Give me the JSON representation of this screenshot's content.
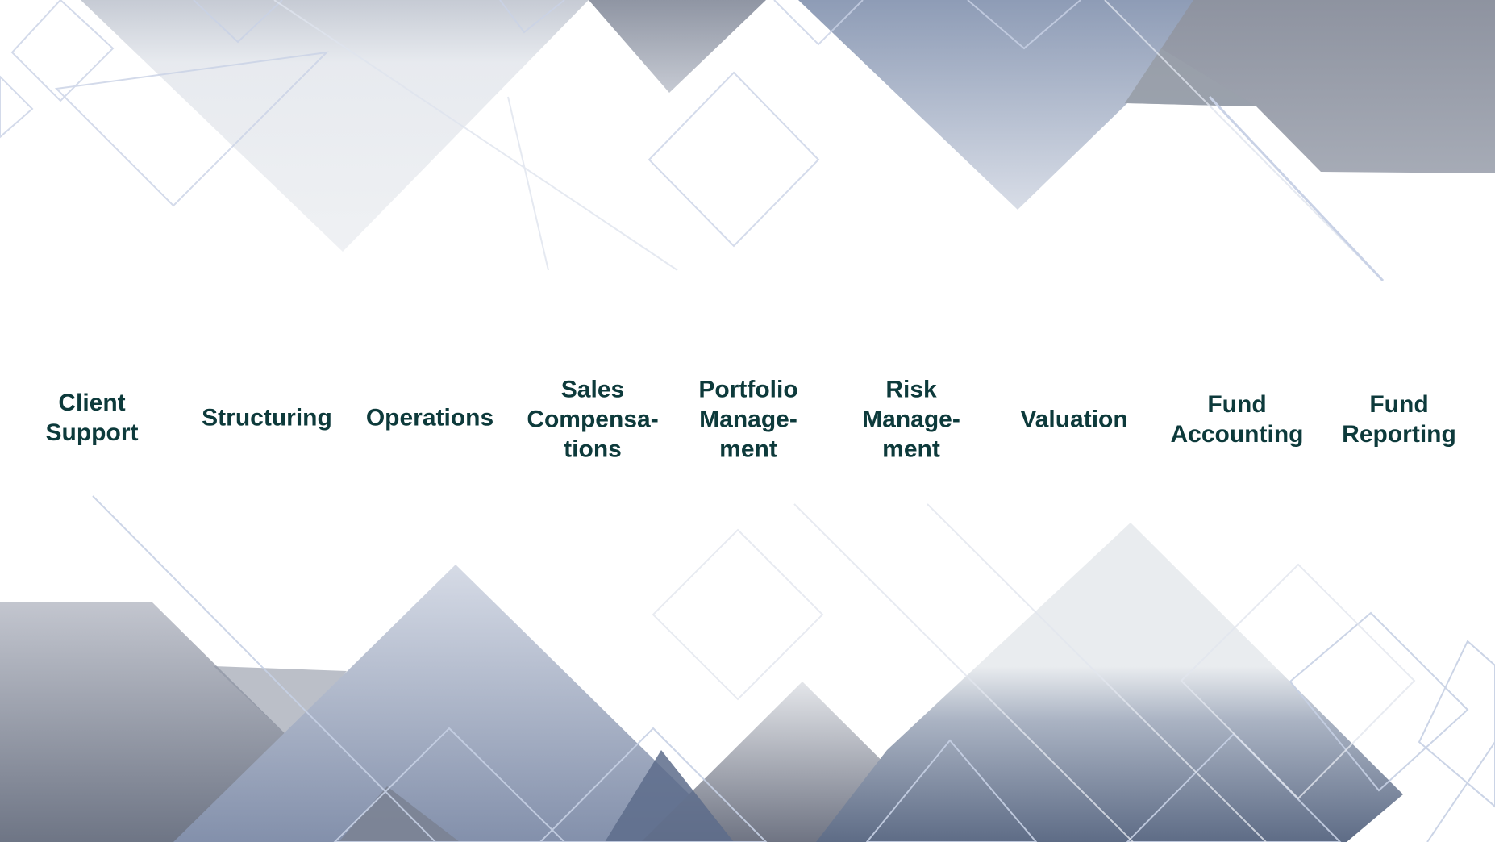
{
  "colors": {
    "text": "#0d3a3b",
    "background": "#ffffff",
    "shape_light": "#e8ebef",
    "shape_mid": "#9eabc2",
    "shape_dark": "#7e8797",
    "outline": "#c6d0e4"
  },
  "labels": [
    {
      "lines": [
        "Client",
        "Support"
      ]
    },
    {
      "lines": [
        "Structuring"
      ]
    },
    {
      "lines": [
        "Operations"
      ]
    },
    {
      "lines": [
        "Sales",
        "Compensa-",
        "tions"
      ]
    },
    {
      "lines": [
        "Portfolio",
        "Manage-",
        "ment"
      ]
    },
    {
      "lines": [
        "Risk",
        "Manage-",
        "ment"
      ]
    },
    {
      "lines": [
        "Valuation"
      ]
    },
    {
      "lines": [
        "Fund",
        "Accounting"
      ]
    },
    {
      "lines": [
        "Fund",
        "Reporting"
      ]
    }
  ]
}
